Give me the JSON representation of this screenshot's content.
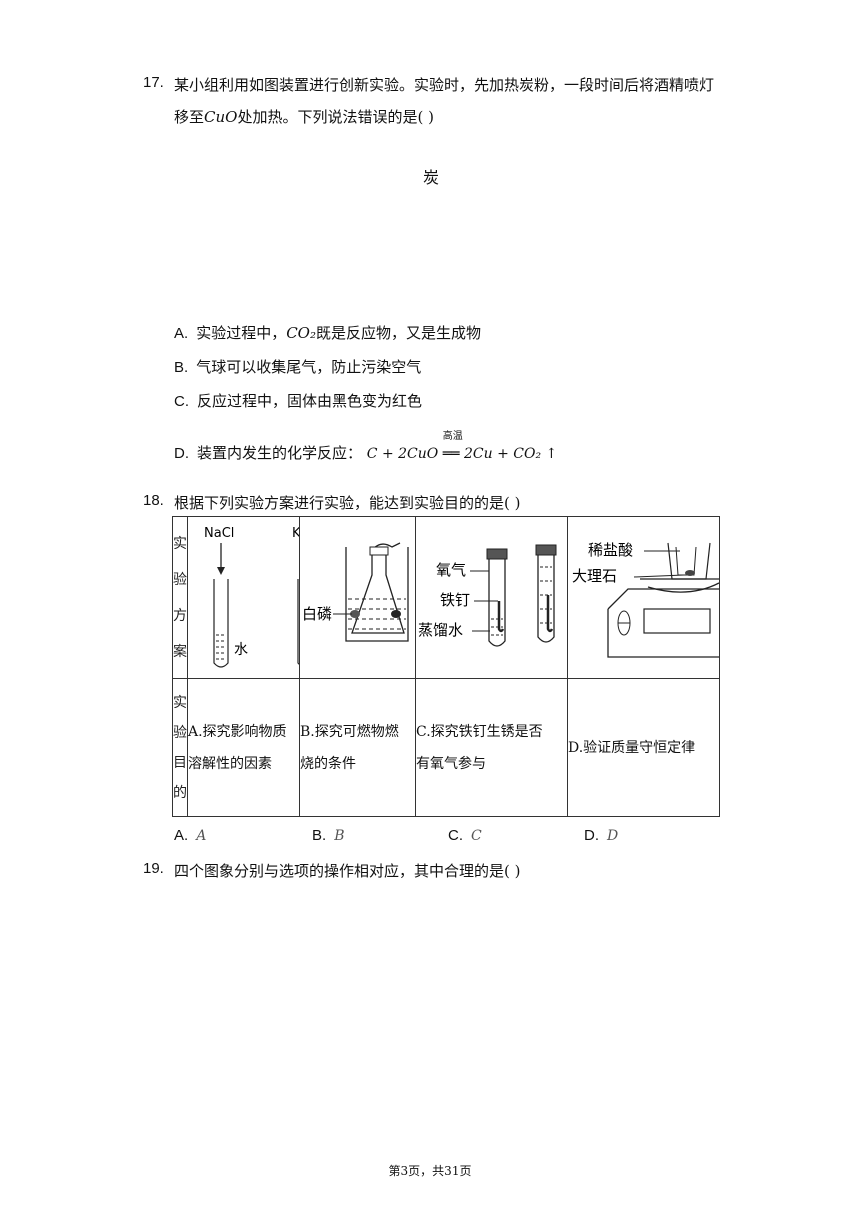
{
  "q17": {
    "number": "17.",
    "stem_line1": "某小组利用如图装置进行创新实验。实验时，先加热炭粉，一段时间后将酒精喷灯",
    "stem_line2_pre": "移至",
    "stem_formula": "CuO",
    "stem_line2_post": "处加热。下列说法错误的是(    )",
    "figure_label": "炭",
    "options": [
      {
        "letter": "A.",
        "pre": "实验过程中，",
        "formula": "CO₂",
        "post": "既是反应物，又是生成物"
      },
      {
        "letter": "B.",
        "text": "气球可以收集尾气，防止污染空气"
      },
      {
        "letter": "C.",
        "text": "反应过程中，固体由黑色变为红色"
      },
      {
        "letter": "D.",
        "pre": "装置内发生的化学反应：",
        "condition": "高温",
        "equation": "C + 2CuO ══ 2Cu + CO₂ ↑"
      }
    ]
  },
  "q18": {
    "number": "18.",
    "stem": "根据下列实验方案进行实验，能达到实验目的的是(    )",
    "row_header_1": [
      "实",
      "验",
      "方",
      "案"
    ],
    "row_header_2": [
      "实",
      "验",
      "目",
      "的"
    ],
    "labels": {
      "nacl": "NaCl",
      "kn": "KN",
      "water": "水",
      "white_p": "白磷",
      "oxygen": "氧气",
      "nail": "铁钉",
      "distilled": "蒸馏水",
      "acid": "稀盐酸",
      "marble": "大理石"
    },
    "purposes": [
      "A.探究影响物质溶解性的因素",
      "B.探究可燃物燃烧的条件",
      "C.探究铁钉生锈是否有氧气参与",
      "D.验证质量守恒定律"
    ],
    "purpose_lines": [
      [
        "A.探究影响物质",
        "溶解性的因素"
      ],
      [
        "B.探究可燃物燃",
        "烧的条件"
      ],
      [
        "C.探究铁钉生锈是否",
        "有氧气参与"
      ],
      [
        "D.验证质量守恒定律"
      ]
    ],
    "answers": [
      {
        "letter": "A.",
        "value": "A"
      },
      {
        "letter": "B.",
        "value": "B"
      },
      {
        "letter": "C.",
        "value": "C"
      },
      {
        "letter": "D.",
        "value": "D"
      }
    ]
  },
  "q19": {
    "number": "19.",
    "stem": "四个图象分别与选项的操作相对应，其中合理的是(    )"
  },
  "footer": "第3页，共31页"
}
